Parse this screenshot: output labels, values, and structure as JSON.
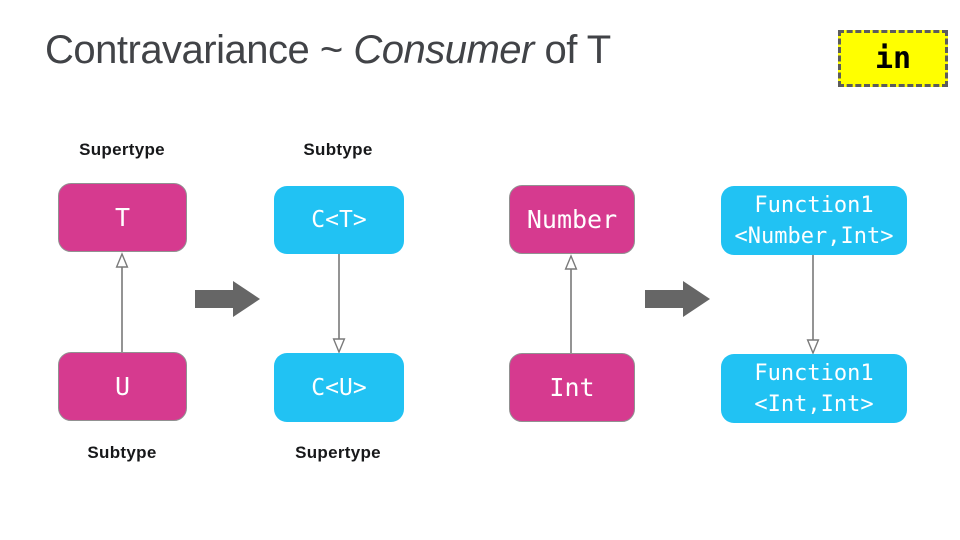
{
  "title": {
    "prefix": "Contravariance ~ ",
    "emphasis": "Consumer",
    "suffix": " of T"
  },
  "keyword_badge": {
    "label": "in"
  },
  "generic_diagram": {
    "type_column": {
      "top_label": "Supertype",
      "top_box_label": "T",
      "bottom_box_label": "U",
      "bottom_label": "Subtype",
      "arrow_direction": "up"
    },
    "consumer_column": {
      "top_label": "Subtype",
      "top_box_label": "C<T>",
      "bottom_box_label": "C<U>",
      "bottom_label": "Supertype",
      "arrow_direction": "down"
    }
  },
  "example_diagram": {
    "type_column": {
      "top_box_label": "Number",
      "bottom_box_label": "Int",
      "arrow_direction": "up"
    },
    "function_column": {
      "top_box": {
        "line1": "Function1",
        "line2": "<Number,Int>"
      },
      "bottom_box": {
        "line1": "Function1",
        "line2": "<Int,Int>"
      },
      "arrow_direction": "down"
    }
  },
  "icons": {
    "big_arrow": "implies-arrow-icon",
    "thin_arrow": "subtype-relation-arrow-icon"
  },
  "colors": {
    "pink_box": "#d63a8f",
    "cyan_box": "#21c2f3",
    "big_arrow_gray": "#666666",
    "thin_arrow_gray": "#7a7a7a",
    "badge_yellow": "#ffff00",
    "badge_border_gray": "#5c5c5c",
    "title_gray": "#414347",
    "box_text_white": "#ffffff"
  }
}
